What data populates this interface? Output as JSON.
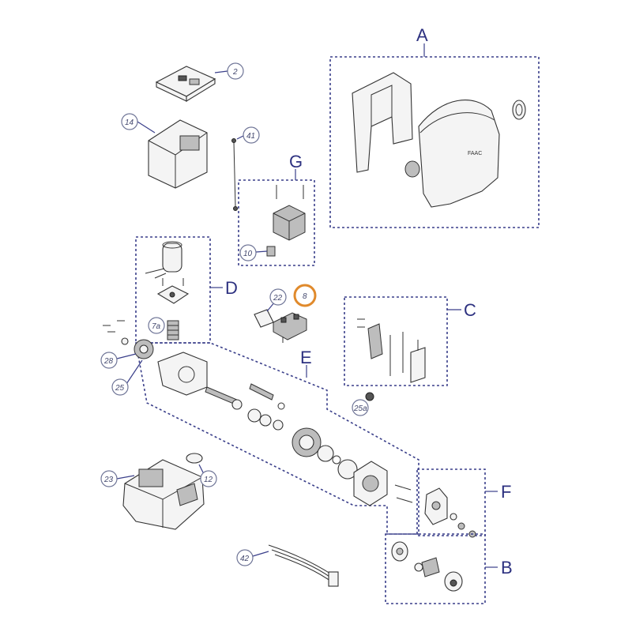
{
  "groups": {
    "A": "A",
    "B": "B",
    "C": "C",
    "D": "D",
    "E": "E",
    "F": "F",
    "G": "G"
  },
  "callouts": {
    "c2": "2",
    "c14": "14",
    "c41": "41",
    "c10": "10",
    "c22": "22",
    "c8": "8",
    "c7a": "7a",
    "c28": "28",
    "c25": "25",
    "c25a": "25a",
    "c23": "23",
    "c12": "12",
    "c42": "42"
  },
  "highlight": {
    "part": "8",
    "color": "#e08a2c"
  },
  "colors": {
    "line": "#3a3f8a",
    "letter": "#2d3180"
  }
}
